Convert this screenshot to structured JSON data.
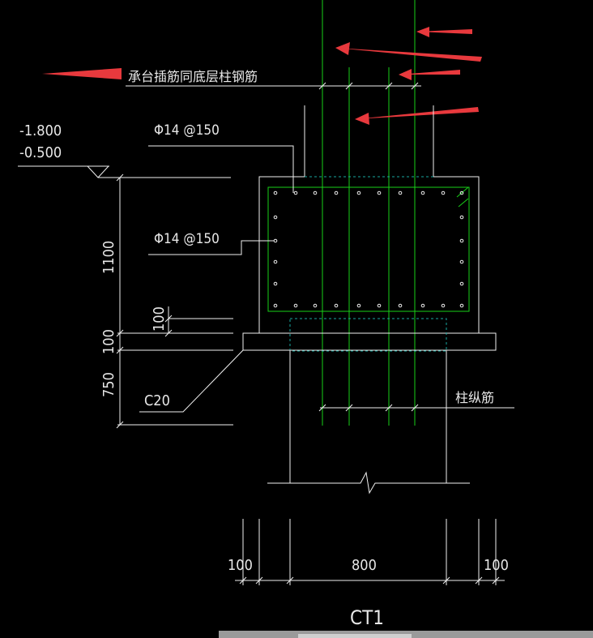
{
  "annotations": {
    "pile_cap_dowel_note": "承台插筋同底层柱钢筋",
    "column_longitudinal_bar": "柱纵筋",
    "concrete_grade": "C20",
    "section_title": "CT1"
  },
  "rebar_labels": {
    "top": "Φ14 @150",
    "side": "Φ14 @150"
  },
  "elevations": {
    "level_1": "-1.800",
    "level_2": "-0.500"
  },
  "dimensions": {
    "vertical": [
      "1100",
      "100",
      "100",
      "750"
    ],
    "horizontal": [
      "100",
      "800",
      "100"
    ]
  },
  "colors": {
    "background": "#000000",
    "linework": "#f0f0f0",
    "rebar": "#18d018",
    "arrows": "#e8393d",
    "footprint": "#18a8a0"
  }
}
